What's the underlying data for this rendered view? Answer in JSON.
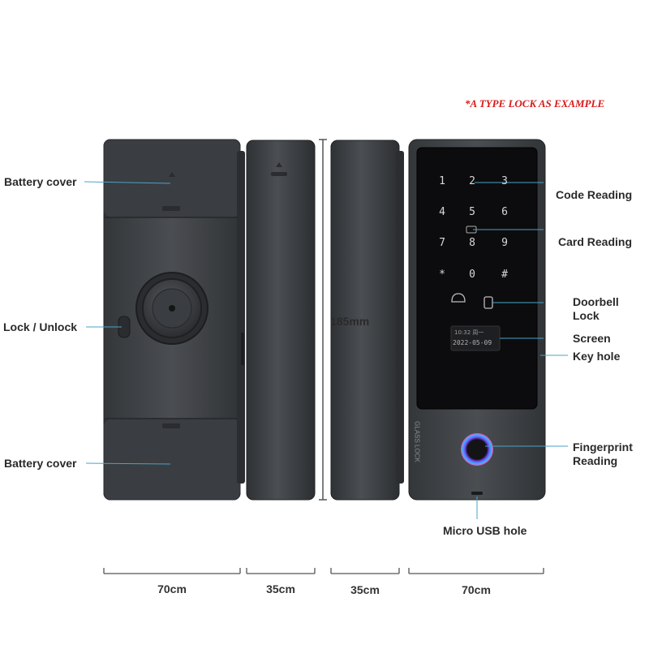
{
  "note": "*A TYPE LOCK AS EXAMPLE",
  "callouts": {
    "battery_cover_top": "Battery cover",
    "lock_unlock": "Lock / Unlock",
    "battery_cover_bottom": "Battery cover",
    "code_reading": "Code Reading",
    "card_reading": "Card Reading",
    "doorbell_line1": "Doorbell",
    "doorbell_line2": "Lock",
    "screen": "Screen",
    "key_hole": "Key hole",
    "fingerprint_line1": "Fingerprint",
    "fingerprint_line2": "Reading",
    "micro_usb": "Micro USB hole"
  },
  "height_dimension": "185mm",
  "widths": [
    "70cm",
    "35cm",
    "35cm",
    "70cm"
  ],
  "keypad": [
    "1",
    "2",
    "3",
    "4",
    "5",
    "6",
    "7",
    "8",
    "9",
    "*",
    "0",
    "#"
  ],
  "screen_display": {
    "line1": "10:32 周一",
    "line2": "2022-05-09"
  },
  "side_print": "GLASS LOCK",
  "colors": {
    "body": "#3f4246",
    "body_dark": "#2c2e31",
    "glass": "#0c0c0e",
    "callout_line": "#4aa3c8",
    "note": "#d81a1a"
  }
}
